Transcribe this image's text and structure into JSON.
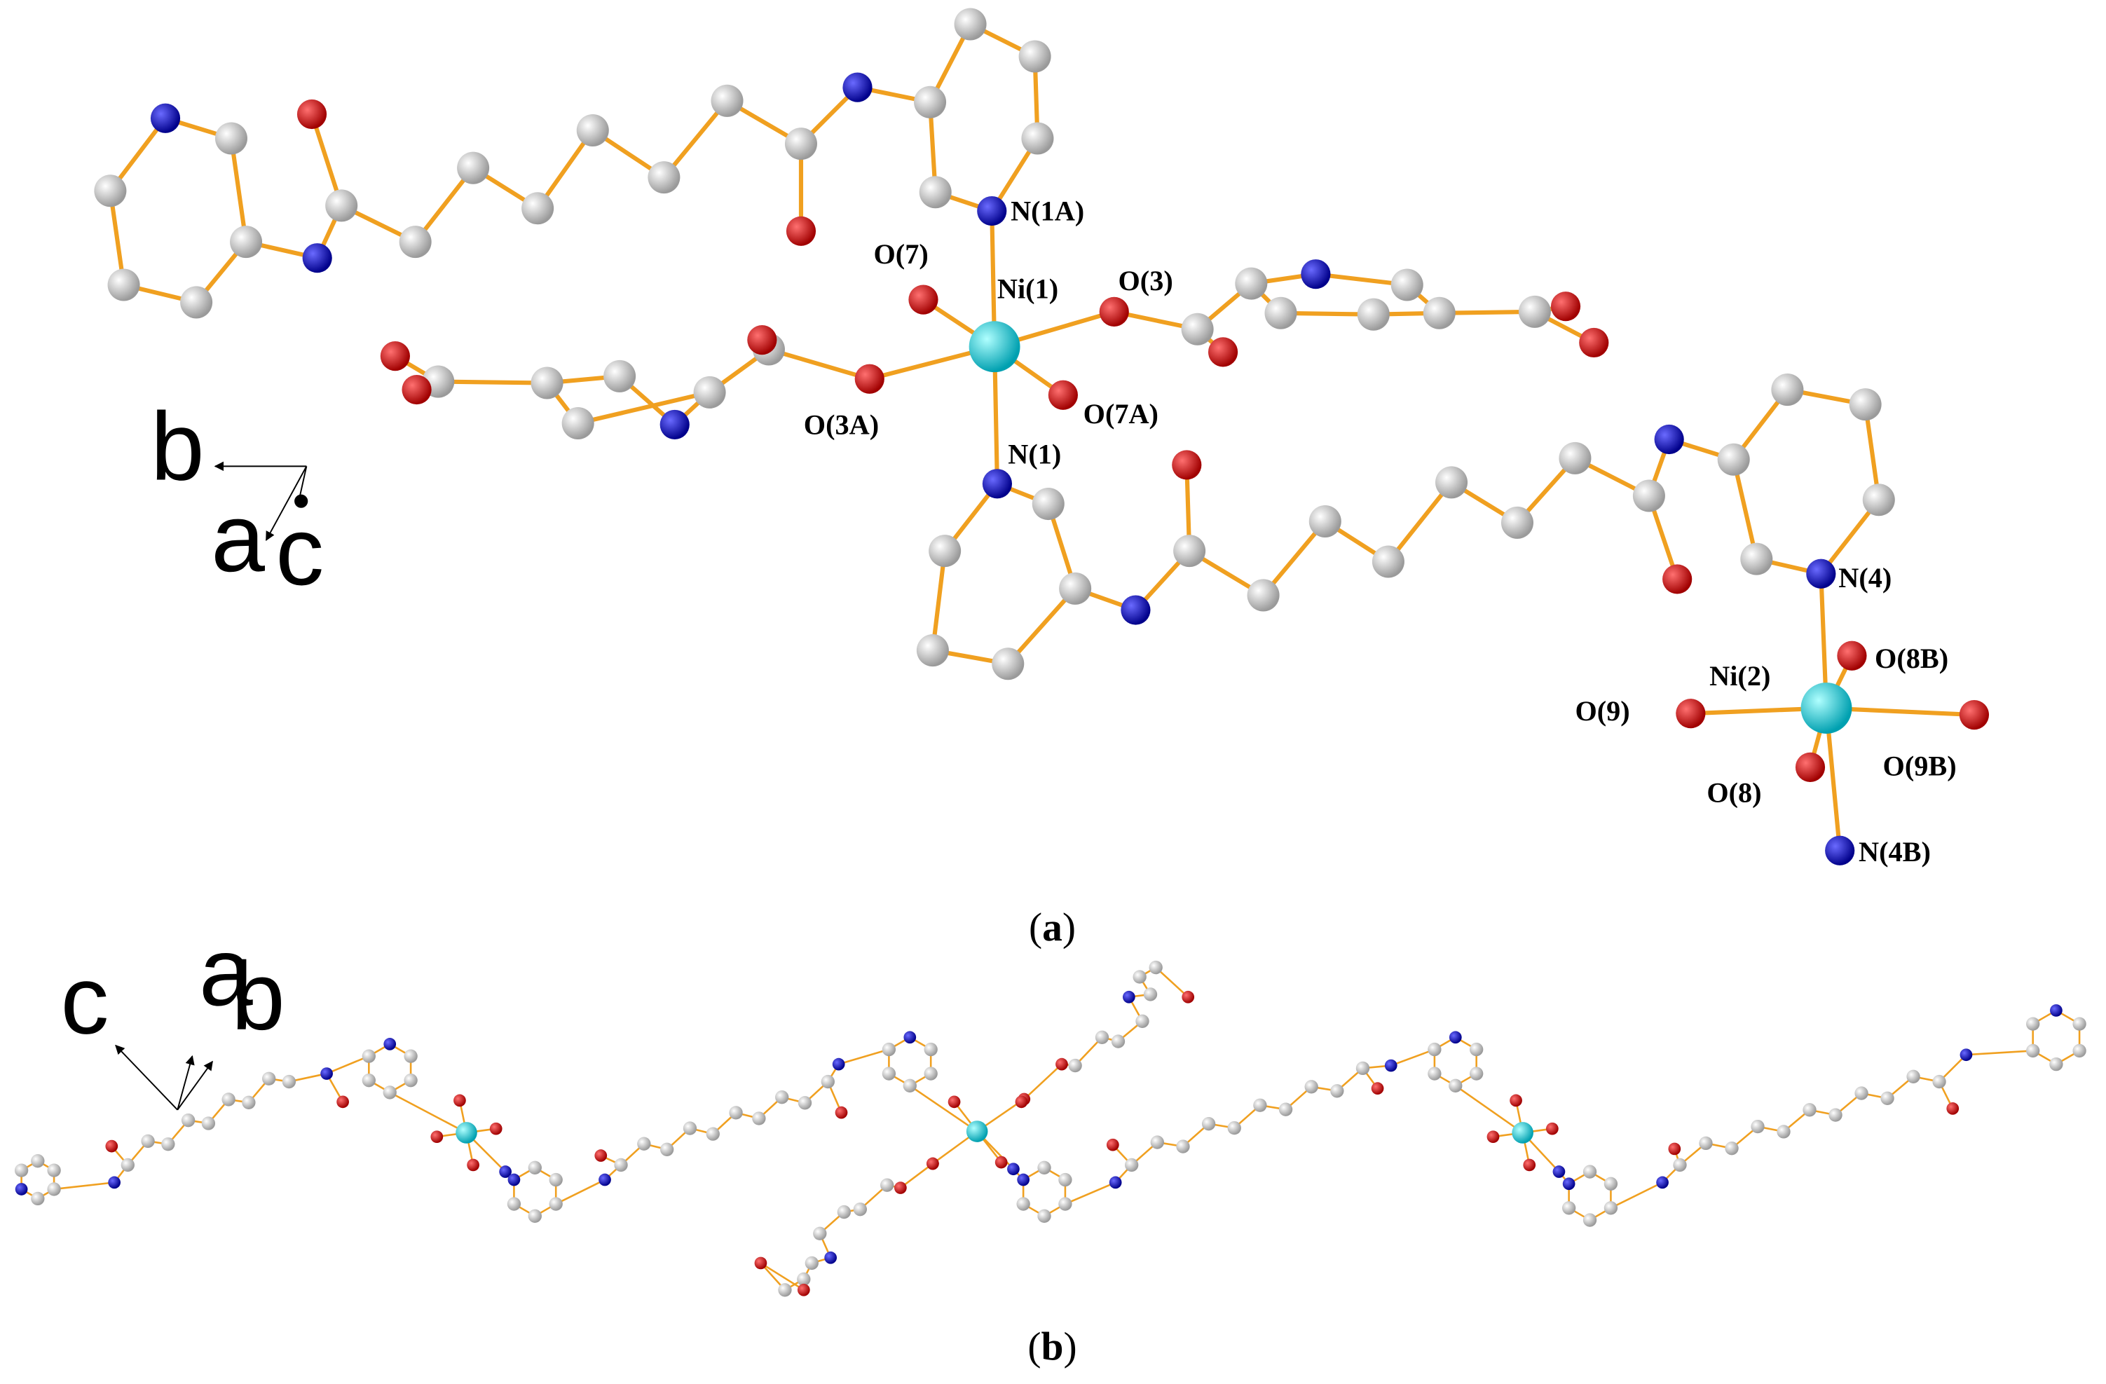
{
  "colors": {
    "carbon": "#c8c8c8",
    "nitrogen": "#1010e0",
    "oxygen": "#e00000",
    "nickel": "#20d0d8",
    "bond": "#f0a020"
  },
  "panel_a": {
    "caption_open": "(",
    "caption_letter": "a",
    "caption_close": ")",
    "axes": {
      "b": "b",
      "a": "a",
      "c": "c"
    },
    "labels": {
      "N1A": "N(1A)",
      "O7": "O(7)",
      "Ni1": "Ni(1)",
      "O3": "O(3)",
      "O3A": "O(3A)",
      "O7A": "O(7A)",
      "N1": "N(1)",
      "N4": "N(4)",
      "O8B": "O(8B)",
      "Ni2": "Ni(2)",
      "O9": "O(9)",
      "O9B": "O(9B)",
      "O8": "O(8)",
      "N4B": "N(4B)"
    }
  },
  "panel_b": {
    "caption_open": "(",
    "caption_letter": "b",
    "caption_close": ")",
    "axes": {
      "c": "c",
      "a": "a",
      "b": "b"
    }
  }
}
